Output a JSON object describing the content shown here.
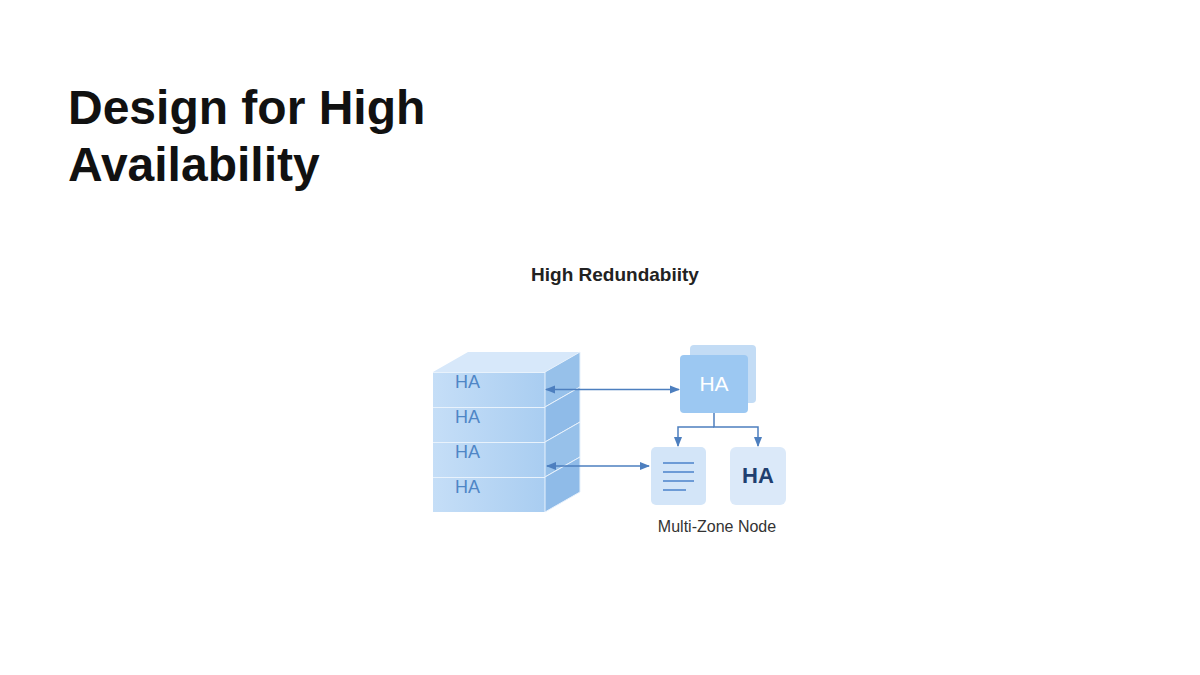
{
  "diagram": {
    "title": "Design for High Availability",
    "nodes": [
      {
        "text": [
          "HA"
        ]
      },
      {
        "text": [
          "HA"
        ]
      },
      {
        "text": [
          "HA"
        ]
      },
      {
        "text": [
          "HA"
        ]
      },
      {
        "text": [
          "HA"
        ]
      },
      {
        "text": [
          "HA"
        ]
      }
    ],
    "edges": [
      {
        "from": 0,
        "to": 4,
        "arrow": "both"
      },
      {
        "from": 4,
        "to": 5,
        "arrow": "to"
      }
    ],
    "labels": [
      "High Redundabiity",
      "Multi-Zone Node"
    ]
  }
}
